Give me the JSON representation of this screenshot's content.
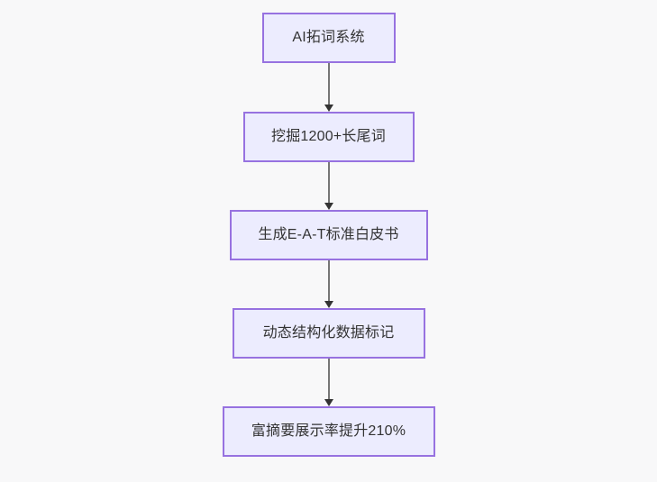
{
  "diagram": {
    "type": "flowchart",
    "orientation": "top-to-bottom",
    "background_color": "#f8f8f9",
    "node_fill_color": "#ececfe",
    "node_border_color": "#9772e0",
    "node_text_color": "#333333",
    "edge_color": "#767676",
    "arrowhead_color": "#333333",
    "nodes": [
      {
        "id": "node-1",
        "label": "AI拓词系统"
      },
      {
        "id": "node-2",
        "label": "挖掘1200+长尾词"
      },
      {
        "id": "node-3",
        "label": "生成E-A-T标准白皮书"
      },
      {
        "id": "node-4",
        "label": "动态结构化数据标记"
      },
      {
        "id": "node-5",
        "label": "富摘要展示率提升210%"
      }
    ],
    "edges": [
      {
        "id": "edge-1",
        "from": "node-1",
        "to": "node-2",
        "label": ""
      },
      {
        "id": "edge-2",
        "from": "node-2",
        "to": "node-3",
        "label": ""
      },
      {
        "id": "edge-3",
        "from": "node-3",
        "to": "node-4",
        "label": ""
      },
      {
        "id": "edge-4",
        "from": "node-4",
        "to": "node-5",
        "label": ""
      }
    ]
  }
}
